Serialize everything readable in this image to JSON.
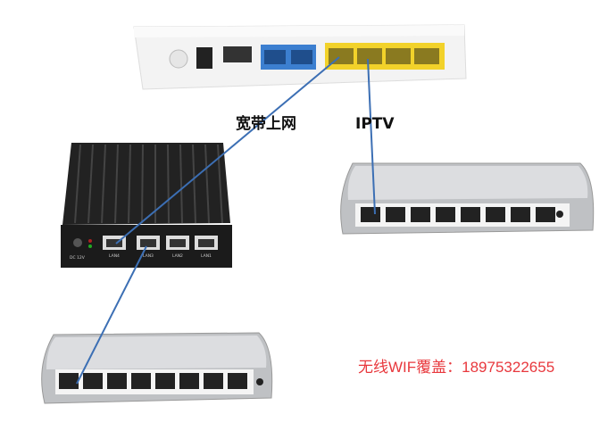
{
  "labels": {
    "broadband": "宽带上网",
    "iptv": "IPTV",
    "wifi_contact": "无线WIF覆盖：18975322655"
  },
  "mini_pc": {
    "power_label": "DC 12V",
    "ports": [
      "LAN4",
      "LAN3",
      "LAN2",
      "LAN1"
    ]
  },
  "colors": {
    "cable": "#3c6fb4",
    "contact_text": "#e8383d",
    "router_yellow_ports": "#f2d22a",
    "router_blue_ports": "#3c7fd0"
  }
}
